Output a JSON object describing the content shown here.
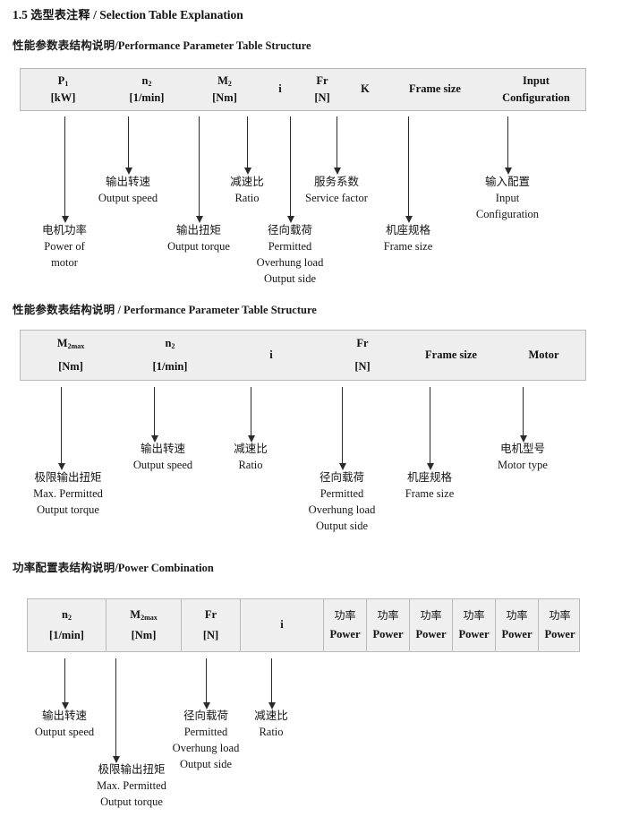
{
  "page": {
    "section_number": "1.5",
    "section_title_cn": "选型表注释",
    "section_title_sep": "/",
    "section_title_en": "Selection Table Explanation"
  },
  "blocks": [
    {
      "heading_cn": "性能参数表结构说明",
      "heading_sep": "/",
      "heading_en": "Performance Parameter Table Structure",
      "columns": [
        {
          "symbol": "P",
          "sub": "1",
          "unit": "[kW]"
        },
        {
          "symbol": "n",
          "sub": "2",
          "unit": "[1/min]"
        },
        {
          "symbol": "M",
          "sub": "2",
          "unit": "[Nm]"
        },
        {
          "symbol": "i",
          "sub": "",
          "unit": ""
        },
        {
          "symbol": "Fr",
          "sub": "",
          "unit": "[N]"
        },
        {
          "symbol": "K",
          "sub": "",
          "unit": ""
        },
        {
          "symbol": "Frame size",
          "sub": "",
          "unit": ""
        },
        {
          "symbol": "Input",
          "sub": "",
          "unit": "Configuration"
        }
      ],
      "notes": [
        {
          "cn": "电机功率",
          "en": [
            "Power of",
            "motor"
          ]
        },
        {
          "cn": "输出转速",
          "en": [
            "Output speed"
          ]
        },
        {
          "cn": "输出扭矩",
          "en": [
            "Output torque"
          ]
        },
        {
          "cn": "减速比",
          "en": [
            "Ratio"
          ]
        },
        {
          "cn": "径向载荷",
          "en": [
            "Permitted",
            "Overhung load",
            "Output side"
          ]
        },
        {
          "cn": "服务系数",
          "en": [
            "Service factor"
          ]
        },
        {
          "cn": "机座规格",
          "en": [
            "Frame size"
          ]
        },
        {
          "cn": "输入配置",
          "en": [
            "Input",
            "Configuration"
          ]
        }
      ]
    },
    {
      "heading_cn": "性能参数表结构说明",
      "heading_sep": "/",
      "heading_en": "Performance Parameter Table Structure",
      "columns": [
        {
          "symbol": "M",
          "sub": "2max",
          "unit": "[Nm]"
        },
        {
          "symbol": "n",
          "sub": "2",
          "unit": "[1/min]"
        },
        {
          "symbol": "i",
          "sub": "",
          "unit": ""
        },
        {
          "symbol": "Fr",
          "sub": "",
          "unit": "[N]"
        },
        {
          "symbol": "Frame size",
          "sub": "",
          "unit": ""
        },
        {
          "symbol": "Motor",
          "sub": "",
          "unit": ""
        }
      ],
      "notes": [
        {
          "cn": "极限输出扭矩",
          "en": [
            "Max. Permitted",
            "Output  torque"
          ]
        },
        {
          "cn": "输出转速",
          "en": [
            "Output speed"
          ]
        },
        {
          "cn": "减速比",
          "en": [
            "Ratio"
          ]
        },
        {
          "cn": "径向载荷",
          "en": [
            "Permitted",
            "Overhung load",
            "Output side"
          ]
        },
        {
          "cn": "机座规格",
          "en": [
            "Frame size"
          ]
        },
        {
          "cn": "电机型号",
          "en": [
            "Motor type"
          ]
        }
      ]
    },
    {
      "heading_cn": "功率配置表结构说明",
      "heading_sep": "/",
      "heading_en": "Power Combination",
      "columns": [
        {
          "symbol": "n",
          "sub": "2",
          "unit": "[1/min]"
        },
        {
          "symbol": "M",
          "sub": "2max",
          "unit": "[Nm]"
        },
        {
          "symbol": "Fr",
          "sub": "",
          "unit": "[N]"
        },
        {
          "symbol": "i",
          "sub": "",
          "unit": ""
        },
        {
          "symbol_cn": "功率",
          "symbol": "",
          "sub": "",
          "unit": "Power"
        },
        {
          "symbol_cn": "功率",
          "symbol": "",
          "sub": "",
          "unit": "Power"
        },
        {
          "symbol_cn": "功率",
          "symbol": "",
          "sub": "",
          "unit": "Power"
        },
        {
          "symbol_cn": "功率",
          "symbol": "",
          "sub": "",
          "unit": "Power"
        },
        {
          "symbol_cn": "功率",
          "symbol": "",
          "sub": "",
          "unit": "Power"
        },
        {
          "symbol_cn": "功率",
          "symbol": "",
          "sub": "",
          "unit": "Power"
        }
      ],
      "notes": [
        {
          "cn": "输出转速",
          "en": [
            "Output speed"
          ]
        },
        {
          "cn": "极限输出扭矩",
          "en": [
            "Max. Permitted",
            "Output  torque"
          ]
        },
        {
          "cn": "径向载荷",
          "en": [
            "Permitted",
            "Overhung load",
            "Output side"
          ]
        },
        {
          "cn": "减速比",
          "en": [
            "Ratio"
          ]
        }
      ]
    }
  ],
  "colors": {
    "table_fill": "#eeeeee",
    "table_border": "#b9b9b9",
    "arrow": "#2b2b2b",
    "text": "#161616"
  }
}
